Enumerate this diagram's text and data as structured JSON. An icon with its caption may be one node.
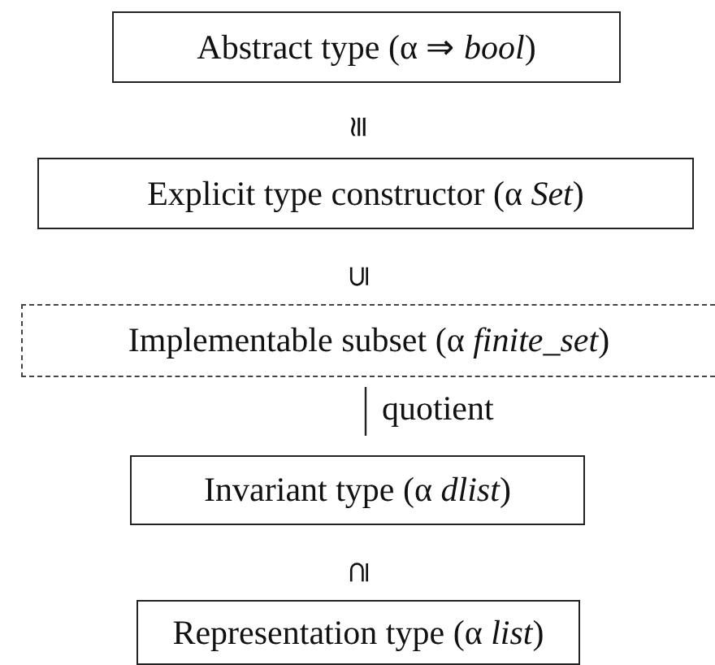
{
  "diagram": {
    "nodes": [
      {
        "text": [
          "Abstract type (α ⇒ *bool*)"
        ]
      },
      {
        "text": [
          "Explicit type constructor (α *Set*)"
        ]
      },
      {
        "text": [
          "Implementable subset (α *finite_set*)"
        ]
      },
      {
        "text": [
          "Invariant type (α *dlist*)"
        ]
      },
      {
        "text": [
          "Representation type (α *list*)"
        ]
      }
    ],
    "edges": [
      {
        "from": 2,
        "to": 3,
        "arrow": "none",
        "label": "quotient"
      }
    ],
    "labels": [
      "≅",
      "⊆",
      "⊇"
    ]
  }
}
